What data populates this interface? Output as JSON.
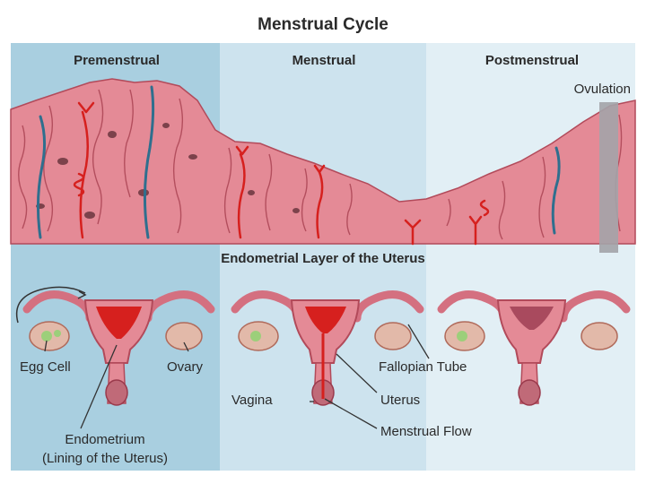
{
  "title": "Menstrual Cycle",
  "phases": [
    "Premenstrual",
    "Menstrual",
    "Postmenstrual"
  ],
  "ovulation_label": "Ovulation",
  "layer_label": "Endometrial Layer of the Uterus",
  "labels": {
    "egg_cell": "Egg Cell",
    "ovary": "Ovary",
    "endometrium_line1": "Endometrium",
    "endometrium_line2": "(Lining of the Uterus)",
    "fallopian_tube": "Fallopian Tube",
    "vagina": "Vagina",
    "uterus": "Uterus",
    "menstrual_flow": "Menstrual Flow"
  },
  "colors": {
    "premenstrual_bg": "#a9cfe0",
    "menstrual_bg": "#cde3ee",
    "postmenstrual_bg": "#e2eff5",
    "tissue": "#e48a96",
    "tissue_dark": "#b24a5a",
    "blood": "#d6201e",
    "vein": "#2f6f8e",
    "ovulation_bar": "#a3a3a8"
  }
}
